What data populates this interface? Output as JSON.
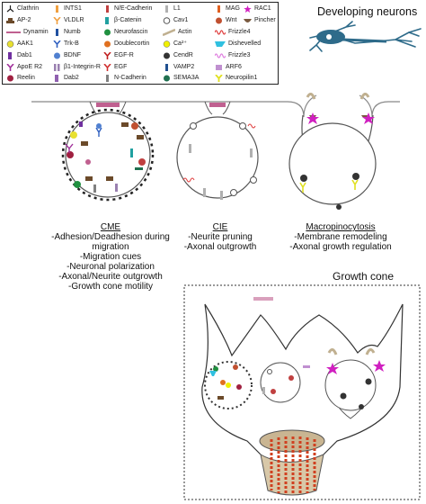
{
  "header": {
    "developing_neurons": "Developing neurons"
  },
  "legend": {
    "col1": [
      "Clathrin",
      "AP-2",
      "Dynamin",
      "AAK1",
      "Dab1",
      "ApoE R2",
      "Reelin"
    ],
    "col2": [
      "INTS1",
      "VLDLR",
      "Numb",
      "Trk-B",
      "BDNF",
      "β1-Integrin-R",
      "Dab2"
    ],
    "col3": [
      "N/E-Cadherin",
      "β-Catenin",
      "Neurofascin",
      "Doublecortin",
      "EGF-R",
      "EGF",
      "N-Cadherin"
    ],
    "col4": [
      "L1",
      "Cav1",
      "Actin",
      "Ca²⁺",
      "CendR",
      "VAMP2",
      "SEMA3A"
    ],
    "col5": [
      "MAG",
      "Wnt",
      "Frizzle4",
      "Dishevelled",
      "Frizzle3",
      "ARF6",
      "Neuropilin1"
    ],
    "col6": [
      "RAC1",
      "Pincher"
    ]
  },
  "pathways": {
    "cme": {
      "title": "CME",
      "items": [
        "-Adhesion/Deadhesion during",
        "migration",
        "-Migration cues",
        "-Neuronal polarization",
        "-Axonal/Neurite outgrowth",
        "-Growth cone motility"
      ]
    },
    "cie": {
      "title": "CIE",
      "items": [
        "-Neurite pruning",
        "-Axonal outgrowth"
      ]
    },
    "macro": {
      "title": "Macropinocytosis",
      "items": [
        "-Membrane remodeling",
        "-Axonal growth regulation"
      ]
    }
  },
  "growth_cone": {
    "title": "Growth cone"
  },
  "colors": {
    "clathrin": "#c0408a",
    "ap2": "#6b4a2a",
    "dynamin": "#c06090",
    "aak1": "#e8e030",
    "dab1": "#7030a0",
    "apoer2": "#a0309a",
    "reelin": "#a02040",
    "ints1": "#f0a040",
    "vldlr": "#f0a040",
    "numb": "#2050a0",
    "trkb": "#3060c0",
    "bdnf": "#5080d0",
    "integrin": "#9a80b0",
    "dab2": "#9060b0",
    "cadherin": "#c04040",
    "catenin": "#20a0a0",
    "neurofascin": "#209040",
    "doublecortin": "#e07020",
    "egfr": "#c02020",
    "egf": "#d03030",
    "ncad": "#808080",
    "l1": "#b0b0b0",
    "cav1": "#ffffff",
    "actin": "#c0b090",
    "ca": "#f0f000",
    "cendr": "#333333",
    "vamp2": "#205090",
    "sema3a": "#207050",
    "mag": "#e06020",
    "wnt": "#c05030",
    "frizzle4": "#e04040",
    "dishevelled": "#30c0e0",
    "frizzle3": "#e080e0",
    "arf6": "#c090d0",
    "neuropilin1": "#e0e020",
    "rac1": "#d020c0",
    "pincher": "#7a5a40",
    "neuron": "#2e6b8a"
  }
}
